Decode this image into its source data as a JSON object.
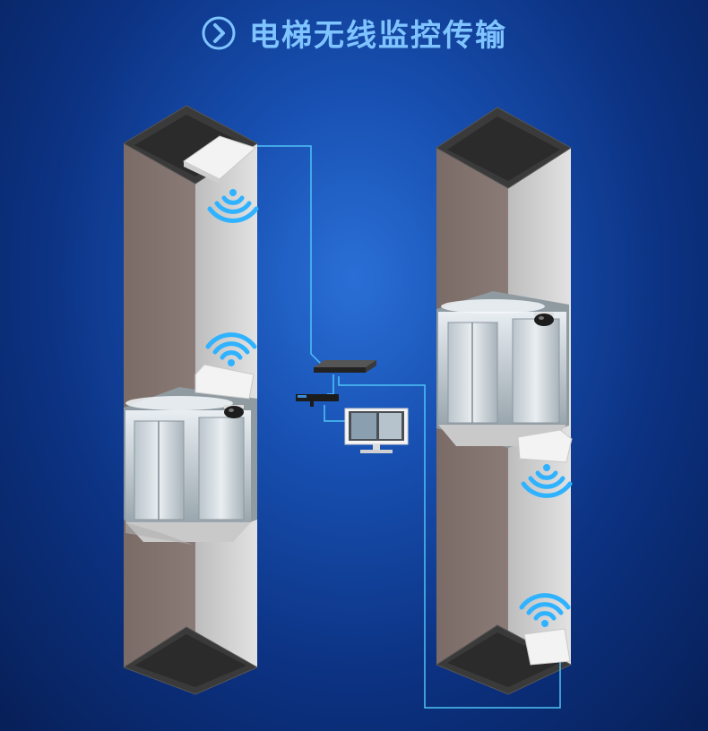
{
  "title": {
    "text": "电梯无线监控传输",
    "icon": "chevron-right-circle-icon"
  },
  "colors": {
    "background": "#1650b0",
    "shaft_wall": "#7c6e6a",
    "shaft_top": "#3c3c3c",
    "link_line": "#4fc3f7",
    "title_text": "#7fc4ff",
    "wifi_signal": "#2fb2ff"
  },
  "diagram": {
    "components": [
      "elevator-shaft-left",
      "elevator-shaft-right",
      "elevator-car-left",
      "elevator-car-right",
      "dome-camera-left",
      "dome-camera-right",
      "wireless-bridge-top-left",
      "wireless-bridge-car-left",
      "wireless-bridge-car-right",
      "wireless-bridge-bottom-right",
      "network-switch",
      "nvr-recorder",
      "monitor"
    ],
    "links": [
      [
        "wireless-bridge-top-left",
        "network-switch"
      ],
      [
        "network-switch",
        "wireless-bridge-bottom-right"
      ],
      [
        "network-switch",
        "nvr-recorder"
      ],
      [
        "nvr-recorder",
        "monitor"
      ]
    ],
    "wireless_links": [
      [
        "wireless-bridge-top-left",
        "wireless-bridge-car-left"
      ],
      [
        "wireless-bridge-car-right",
        "wireless-bridge-bottom-right"
      ]
    ]
  }
}
